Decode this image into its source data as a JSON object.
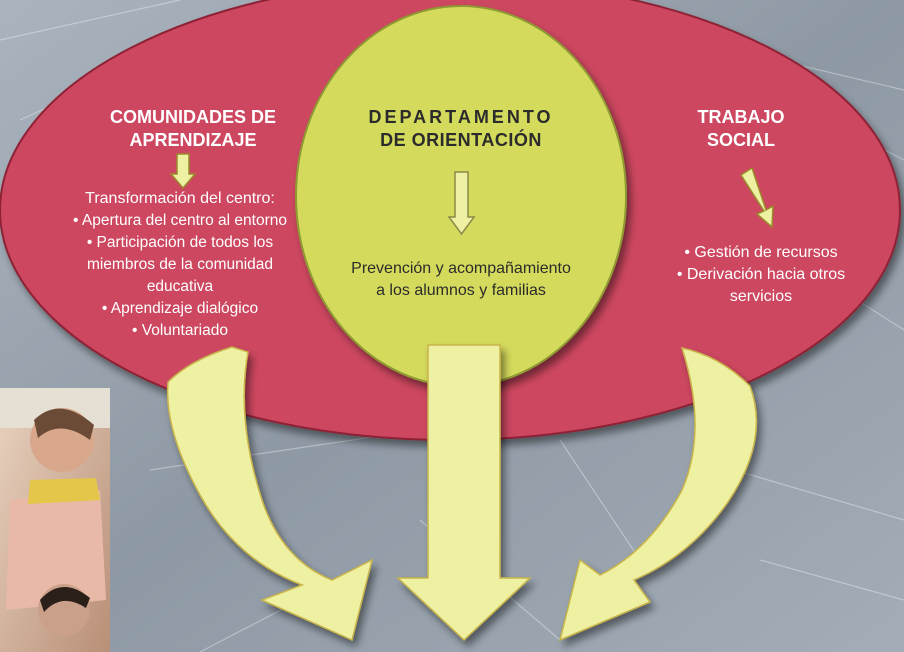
{
  "colors": {
    "background": "#9aa6b1",
    "red_ellipse": "#cd4660",
    "green_ellipse": "#d4da5c",
    "arrow_fill": "#eef0a2"
  },
  "left": {
    "heading_line1": "COMUNIDADES DE",
    "heading_line2": "APRENDIZAJE",
    "intro": "Transformación del centro:",
    "items": [
      "• Apertura del centro al entorno",
      "• Participación de todos los",
      "miembros de la comunidad",
      "educativa",
      "• Aprendizaje dialógico",
      "• Voluntariado"
    ]
  },
  "center": {
    "heading_line1": "DEPARTAMENTO",
    "heading_line2": "DE ORIENTACIÓN",
    "body_line1": "Prevención y acompañamiento",
    "body_line2": "a los alumnos y familias"
  },
  "right": {
    "heading_line1": "TRABAJO",
    "heading_line2": "SOCIAL",
    "items": [
      "• Gestión de recursos",
      "• Derivación hacia otros",
      "servicios"
    ]
  }
}
